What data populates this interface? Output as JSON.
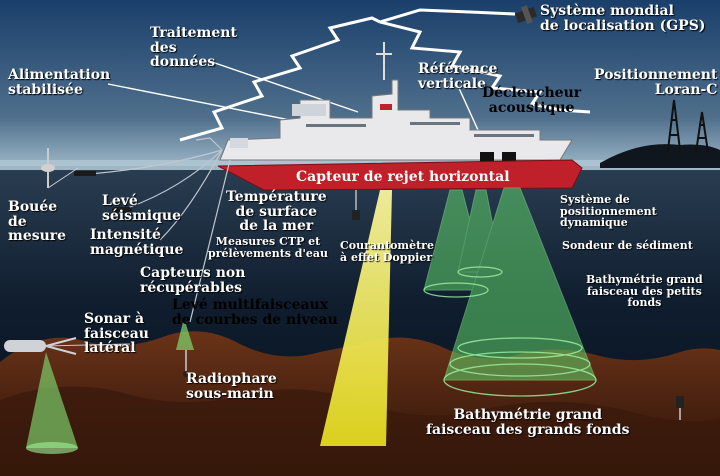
{
  "labels": {
    "gps": [
      "Système mondial",
      "de localisation (GPS)"
    ],
    "traitement": [
      "Traitement",
      "des",
      "données"
    ],
    "alimentation": [
      "Alimentation",
      "stabilisée"
    ],
    "reference": [
      "Référence",
      "verticale"
    ],
    "declencheur": [
      "Déclencheur",
      "acoustique"
    ],
    "loran": [
      "Positionnement",
      "Loran-C"
    ],
    "capteur_rejet": "Capteur de rejet horizontal",
    "bouee": [
      "Bouée",
      "de",
      "mesure"
    ],
    "leve_sismique": [
      "Levé",
      "séismique"
    ],
    "intensite": [
      "Intensité",
      "magnétique"
    ],
    "temperature": [
      "Température",
      "de surface",
      "de la mer"
    ],
    "ctp": [
      "Measures CTP et",
      "prélèvements d'eau"
    ],
    "courantometre": [
      "Courantomètre",
      "à effet Doppier"
    ],
    "positionnement_dyn": [
      "Système de",
      "positionnement",
      "dynamique"
    ],
    "sondeur": "Sondeur de sédiment",
    "bathy_petits": [
      "Bathymétrie  grand",
      "faisceau des petits",
      "fonds"
    ],
    "capteurs_non": [
      "Capteurs non",
      "récupérables"
    ],
    "leve_multi": [
      "Levé multifaisceaux",
      "de courbes de niveau"
    ],
    "sonar": [
      "Sonar à",
      "faisceau",
      "latéral"
    ],
    "radiophare": [
      "Radiophare",
      "sous-marin"
    ],
    "bathy_grands": [
      "Bathymétrie grand",
      "faisceau des grands fonds"
    ]
  },
  "colors": {
    "sky_top": "#1a3f6a",
    "sea_surface": "#9fb8c8",
    "sea_deep": "#06101c",
    "seabed": "#5a2a14",
    "hull": "#c0202a",
    "beam_green": "#5fd16a",
    "beam_yellow": "#f4f03a"
  }
}
